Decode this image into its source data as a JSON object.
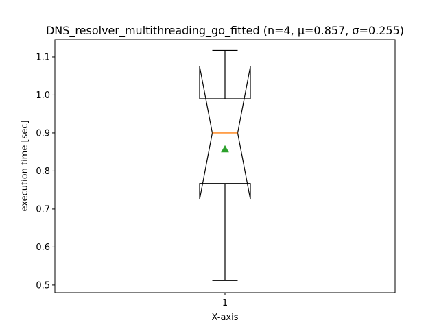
{
  "chart_data": {
    "type": "box",
    "title": "DNS_resolver_multithreading_go_fitted (n=4, μ=0.857, σ=0.255)",
    "xlabel": "X-axis",
    "ylabel": "execution time [sec]",
    "ylim": [
      0.48,
      1.145
    ],
    "yticks": [
      0.5,
      0.6,
      0.7,
      0.8,
      0.9,
      1.0,
      1.1
    ],
    "ytick_labels": [
      "0.5",
      "0.6",
      "0.7",
      "0.8",
      "0.9",
      "1.0",
      "1.1"
    ],
    "xlim": [
      0.5,
      1.5
    ],
    "xticks": [
      1
    ],
    "xtick_labels": [
      "1"
    ],
    "grid": false,
    "notched": true,
    "boxes": [
      {
        "position": 1,
        "whisker_low": 0.512,
        "q1": 0.767,
        "median": 0.9,
        "q3": 0.99,
        "whisker_high": 1.117,
        "notch_low": 0.725,
        "notch_high": 1.075,
        "mean": 0.857
      }
    ],
    "colors": {
      "box": "#000000",
      "median": "#ff7f0e",
      "mean": "#2ca02c"
    }
  }
}
